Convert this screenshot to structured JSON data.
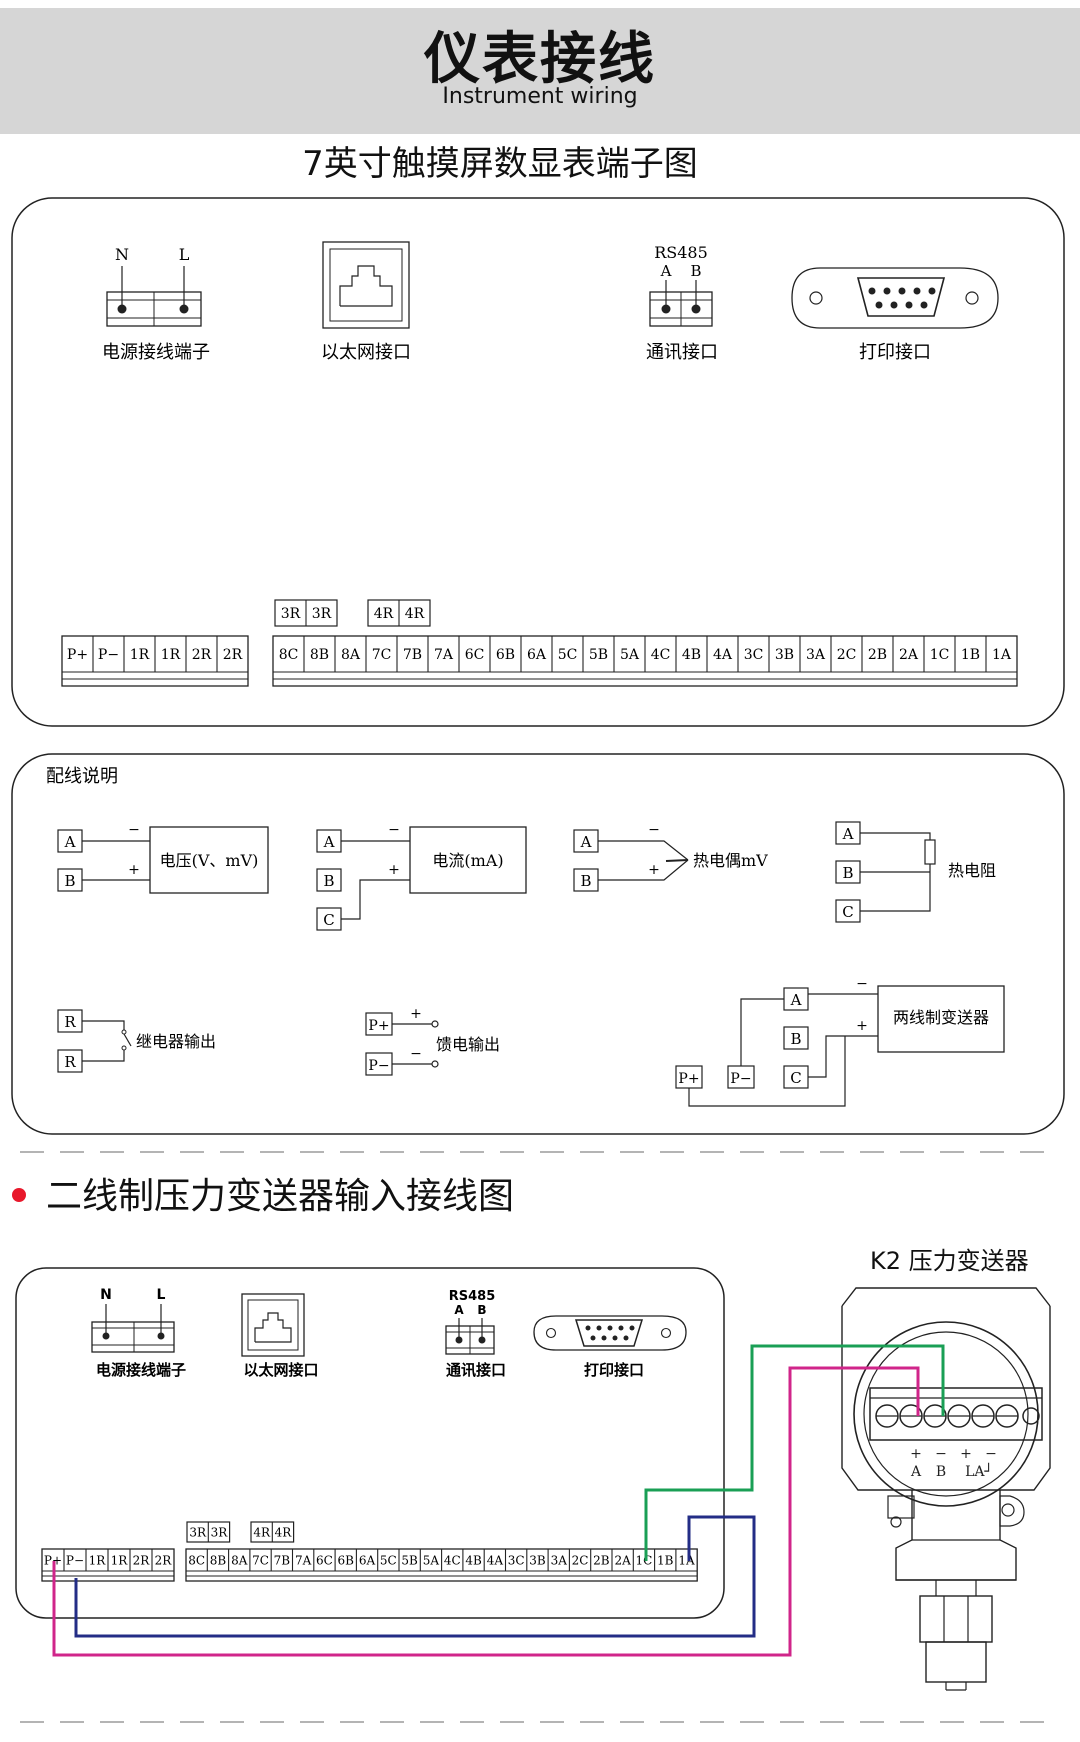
{
  "header": {
    "title": "仪表接线",
    "subtitle": "Instrument wiring"
  },
  "section1": {
    "title": "7英寸触摸屏数显表端子图",
    "power": {
      "label": "电源接线端子",
      "n": "N",
      "l": "L"
    },
    "ethernet": {
      "label": "以太网接口"
    },
    "comm": {
      "label": "通讯接口",
      "protocol": "RS485",
      "a": "A",
      "b": "B"
    },
    "printer": {
      "label": "打印接口"
    },
    "terminals_left": [
      "P+",
      "P−",
      "1R",
      "1R",
      "2R",
      "2R"
    ],
    "terminals_right": [
      "8C",
      "8B",
      "8A",
      "7C",
      "7B",
      "7A",
      "6C",
      "6B",
      "6A",
      "5C",
      "5B",
      "5A",
      "4C",
      "4B",
      "4A",
      "3C",
      "3B",
      "3A",
      "2C",
      "2B",
      "2A",
      "1C",
      "1B",
      "1A"
    ],
    "terminals_top_3r": [
      "3R",
      "3R"
    ],
    "terminals_top_4r": [
      "4R",
      "4R"
    ]
  },
  "wiring": {
    "title": "配线说明",
    "voltage": {
      "label": "电压(V、mV)",
      "t1": "A",
      "t2": "B",
      "minus": "−",
      "plus": "+"
    },
    "current": {
      "label": "电流(mA)",
      "t1": "A",
      "t2": "B",
      "t3": "C",
      "minus": "−",
      "plus": "+"
    },
    "thermocouple": {
      "label": "热电偶mV",
      "t1": "A",
      "t2": "B",
      "minus": "−",
      "plus": "+"
    },
    "rtd": {
      "label": "热电阻",
      "t1": "A",
      "t2": "B",
      "t3": "C"
    },
    "relay": {
      "label": "继电器输出",
      "t1": "R",
      "t2": "R"
    },
    "ssr": {
      "label": "馈电输出",
      "t1": "P+",
      "t2": "P−",
      "plus": "+",
      "minus": "−"
    },
    "transmitter": {
      "label": "两线制变送器",
      "a": "A",
      "b": "B",
      "c": "C",
      "pplus": "P+",
      "pminus": "P−",
      "minus": "−",
      "plus": "+"
    }
  },
  "section2": {
    "title": "二线制压力变送器输入接线图",
    "device_label": "K2 压力变送器",
    "power": {
      "label": "电源接线端子",
      "n": "N",
      "l": "L"
    },
    "ethernet": {
      "label": "以太网接口"
    },
    "comm": {
      "label": "通讯接口",
      "protocol": "RS485",
      "a": "A",
      "b": "B"
    },
    "printer": {
      "label": "打印接口"
    },
    "terminals_left": [
      "P+",
      "P−",
      "1R",
      "1R",
      "2R",
      "2R"
    ],
    "terminals_right": [
      "8C",
      "8B",
      "8A",
      "7C",
      "7B",
      "7A",
      "6C",
      "6B",
      "6A",
      "5C",
      "5B",
      "5A",
      "4C",
      "4B",
      "4A",
      "3C",
      "3B",
      "3A",
      "2C",
      "2B",
      "2A",
      "1C",
      "1B",
      "1A"
    ],
    "terminals_top_3r": [
      "3R",
      "3R"
    ],
    "terminals_top_4r": [
      "4R",
      "4R"
    ],
    "sensor_marks": {
      "plus1": "+",
      "minus1": "−",
      "plus2": "+",
      "minus2": "−",
      "a": "A",
      "b": "B",
      "la": "LA┘"
    }
  },
  "colors": {
    "bullet": "#e8182b",
    "wire_green": "#1a9f55",
    "wire_magenta": "#d0258a",
    "wire_blue": "#232d86",
    "header_band": "#d6d6d6"
  }
}
